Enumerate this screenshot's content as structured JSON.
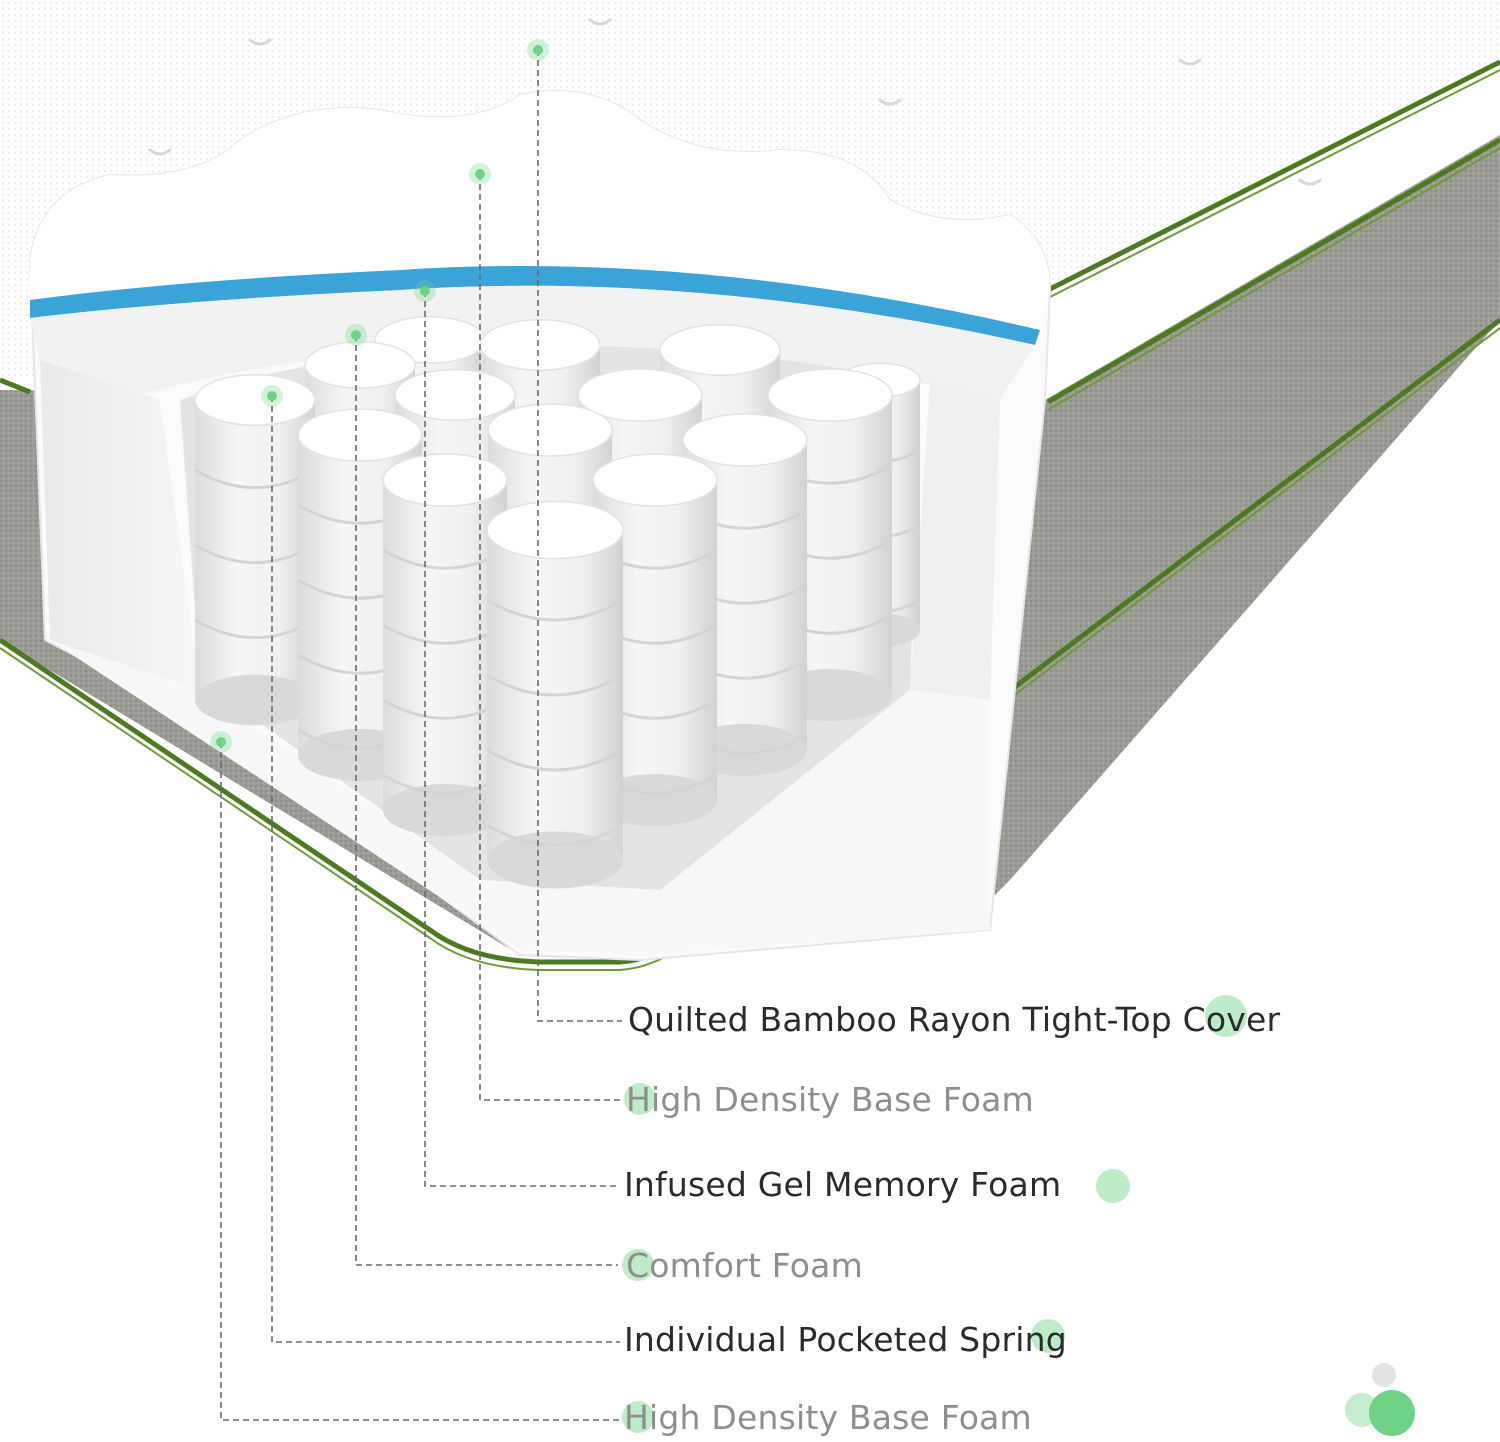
{
  "colors": {
    "accent_green": "#6ed386",
    "piping_green": "#4d7a1f",
    "gel_blue": "#3aa3d8",
    "side_fabric_grey": "#9a9a94",
    "label_dark": "#2b2b2b",
    "label_light": "#8e8e8e"
  },
  "labels": [
    {
      "id": "layer-1",
      "text": "Quilted Bamboo Rayon Tight-Top Cover",
      "tone": "dark"
    },
    {
      "id": "layer-2",
      "text": "High Density Base Foam",
      "tone": "light"
    },
    {
      "id": "layer-3",
      "text": "Infused Gel Memory Foam",
      "tone": "dark"
    },
    {
      "id": "layer-4",
      "text": "Comfort Foam",
      "tone": "light"
    },
    {
      "id": "layer-5",
      "text": "Individual Pocketed Spring",
      "tone": "dark"
    },
    {
      "id": "layer-6",
      "text": "High Density Base Foam",
      "tone": "light"
    }
  ]
}
